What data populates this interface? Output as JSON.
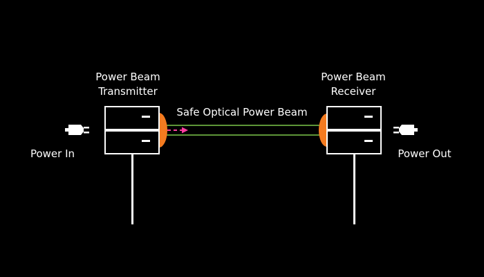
{
  "colors": {
    "background": "#000000",
    "foreground": "#ffffff",
    "lens": "#f47b20",
    "beam": "#7ec84a",
    "arrow": "#ff3ca0"
  },
  "transmitter": {
    "title_line1": "Power Beam",
    "title_line2": "Transmitter",
    "icon": "server-rack-icon"
  },
  "receiver": {
    "title_line1": "Power Beam",
    "title_line2": "Receiver",
    "icon": "server-rack-icon"
  },
  "beam": {
    "label": "Safe Optical Power Beam"
  },
  "power_in": {
    "label": "Power In",
    "icon": "power-plug-icon"
  },
  "power_out": {
    "label": "Power Out",
    "icon": "power-plug-icon"
  }
}
